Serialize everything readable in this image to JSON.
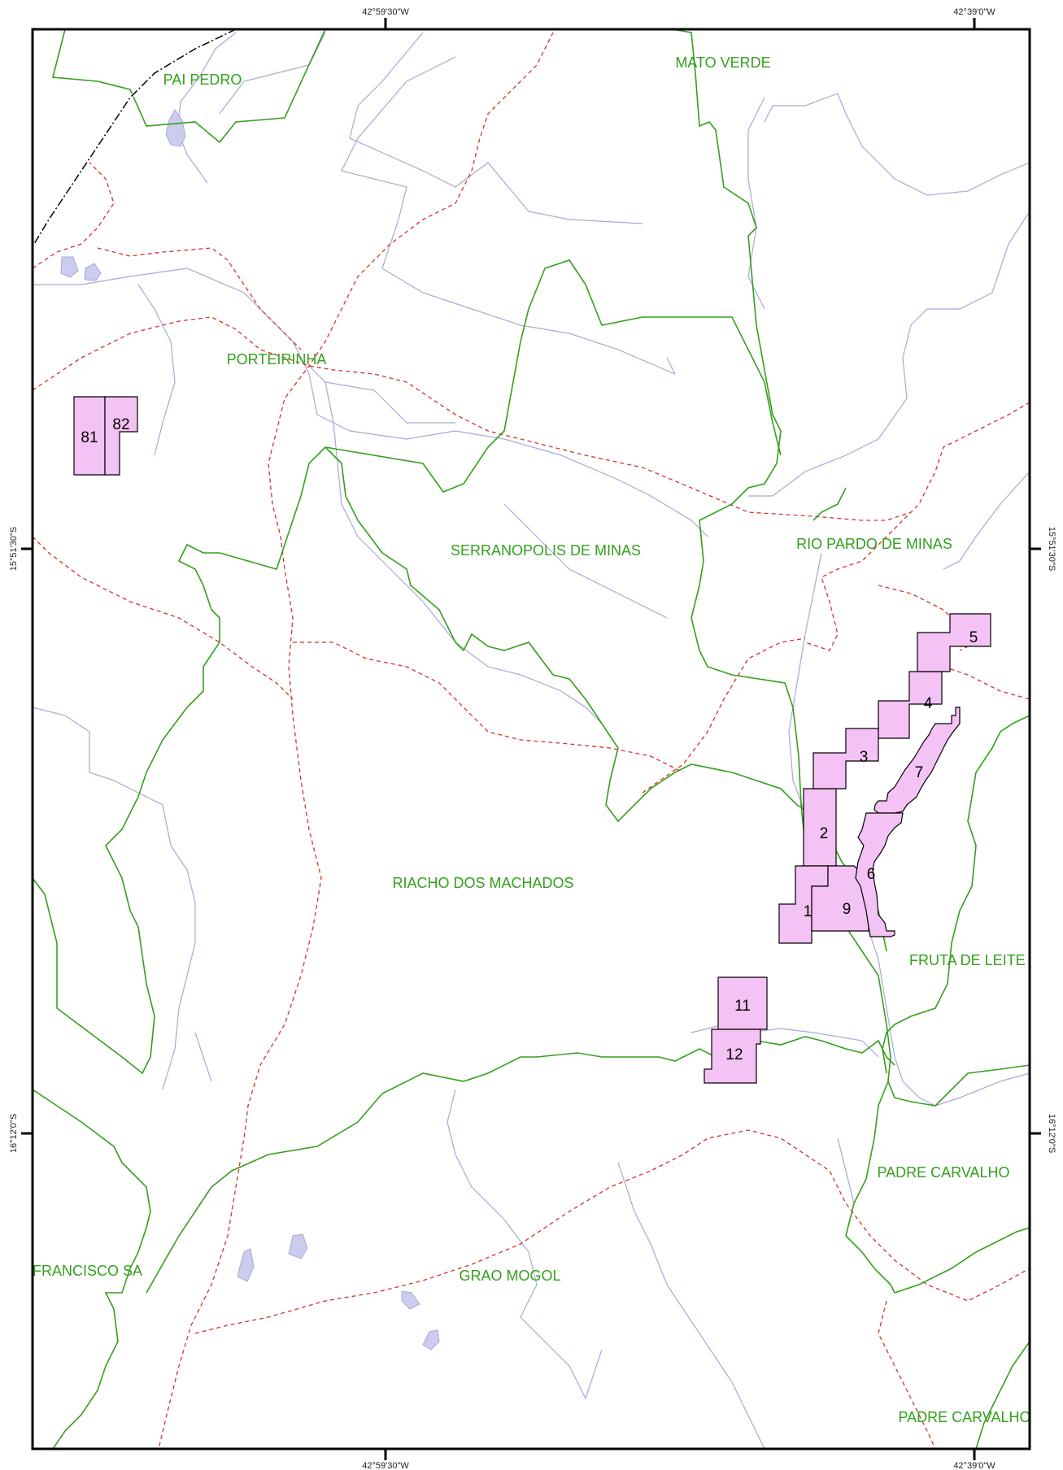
{
  "map": {
    "coordinate_labels": {
      "top_left": "42°59'30\"W",
      "top_right": "42°39'0\"W",
      "bottom_left": "42°59'30\"W",
      "bottom_right": "42°39'0\"W",
      "left_upper": "15°51'30\"S",
      "left_lower": "16°12'0\"S",
      "right_upper": "15°51'30\"S",
      "right_lower": "16°12'0\"S"
    },
    "place_names": {
      "pai_pedro": "PAI PEDRO",
      "mato_verde": "MATO VERDE",
      "porteirinha": "PORTEIRINHA",
      "serranopolis": "SERRANOPOLIS DE MINAS",
      "rio_pardo": "RIO PARDO DE MINAS",
      "riacho": "RIACHO DOS MACHADOS",
      "fruta_de_leite": "FRUTA DE LEITE",
      "padre_carvalho_1": "PADRE CARVALHO",
      "padre_carvalho_2": "PADRE CARVALHO",
      "francisco_sa": "FRANCISCO SA",
      "grao_mogol": "GRAO MOGOL"
    },
    "claim_labels": {
      "c81": "81",
      "c82": "82",
      "c1": "1",
      "c2": "2",
      "c3": "3",
      "c4": "4",
      "c5": "5",
      "c6": "6",
      "c7": "7",
      "c9": "9",
      "c11": "11",
      "c12": "12"
    },
    "colors": {
      "municipal_boundary": "#33a01c",
      "district_boundary": "#d73027",
      "river": "#a8a8d8",
      "lake_fill": "#ccccee",
      "claim_fill": "#f4c2f4",
      "label_green": "#33a01c",
      "frame": "#000000"
    }
  }
}
